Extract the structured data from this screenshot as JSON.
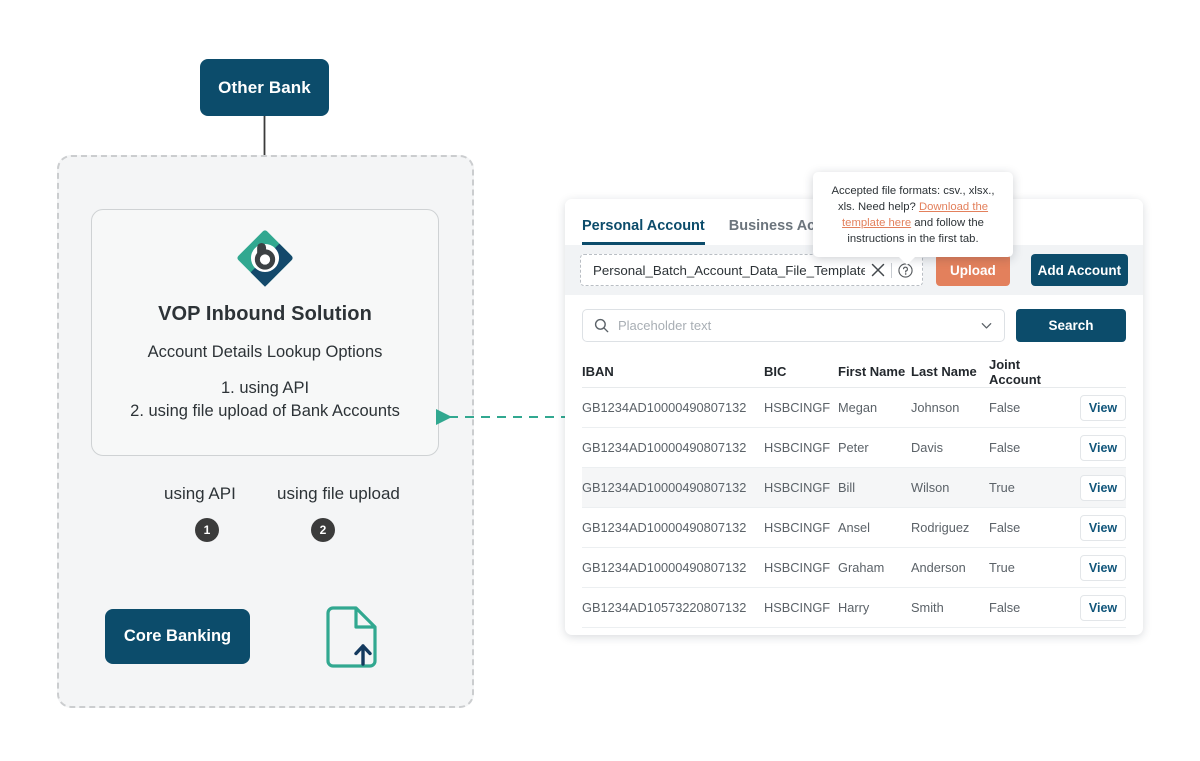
{
  "diagram": {
    "other_bank": "Other Bank",
    "vop": {
      "title": "VOP Inbound Solution",
      "subtitle": "Account Details Lookup Options",
      "option_1": "1. using API",
      "option_2": "2. using file upload of Bank Accounts",
      "logo_icon": "b-diamond-logo-icon"
    },
    "branch_api_label": "using API",
    "branch_file_label": "using file upload",
    "badge_1": "1",
    "badge_2": "2",
    "core_banking": "Core Banking",
    "file_upload_icon": "file-upload-icon",
    "colors": {
      "box_navy": "#0C4C6B",
      "teal": "#31A890",
      "badge_dark": "#3B3B3B",
      "region_bg": "#F4F5F6"
    }
  },
  "panel": {
    "tabs": [
      {
        "label": "Personal Account",
        "active": true
      },
      {
        "label": "Business Account",
        "active": false
      }
    ],
    "upload_band": {
      "file_name": "Personal_Batch_Account_Data_File_Template.csv",
      "clear_icon": "close-x-icon",
      "help_icon": "question-circle-icon",
      "upload_label": "Upload",
      "add_account_label": "Add Account"
    },
    "tooltip": {
      "text_before": "Accepted file formats: csv., xlsx., xls. Need help? ",
      "link_text": "Download the template here",
      "text_after": " and follow the instructions in the first tab.",
      "link_color": "#E3805C"
    },
    "search": {
      "placeholder": "Placeholder text",
      "search_icon": "search-icon",
      "chevron_icon": "chevron-down-icon",
      "button_label": "Search"
    },
    "table": {
      "columns": [
        "IBAN",
        "BIC",
        "First Name",
        "Last Name",
        "Joint Account",
        ""
      ],
      "action_label": "View",
      "rows": [
        {
          "iban": "GB1234AD10000490807132",
          "bic": "HSBCINGF",
          "first": "Megan",
          "last": "Johnson",
          "joint": "False",
          "action": "View",
          "alt": false
        },
        {
          "iban": "GB1234AD10000490807132",
          "bic": "HSBCINGF",
          "first": "Peter",
          "last": "Davis",
          "joint": "False",
          "action": "View",
          "alt": false
        },
        {
          "iban": "GB1234AD10000490807132",
          "bic": "HSBCINGF",
          "first": "Bill",
          "last": "Wilson",
          "joint": "True",
          "action": "View",
          "alt": true
        },
        {
          "iban": "GB1234AD10000490807132",
          "bic": "HSBCINGF",
          "first": "Ansel",
          "last": "Rodriguez",
          "joint": "False",
          "action": "View",
          "alt": false
        },
        {
          "iban": "GB1234AD10000490807132",
          "bic": "HSBCINGF",
          "first": "Graham",
          "last": "Anderson",
          "joint": "True",
          "action": "View",
          "alt": false
        },
        {
          "iban": "GB1234AD10573220807132",
          "bic": "HSBCINGF",
          "first": "Harry",
          "last": "Smith",
          "joint": "False",
          "action": "View",
          "alt": false
        }
      ]
    },
    "colors": {
      "primary": "#0C4C6B",
      "accent": "#E3805C",
      "link": "#10557A"
    }
  }
}
